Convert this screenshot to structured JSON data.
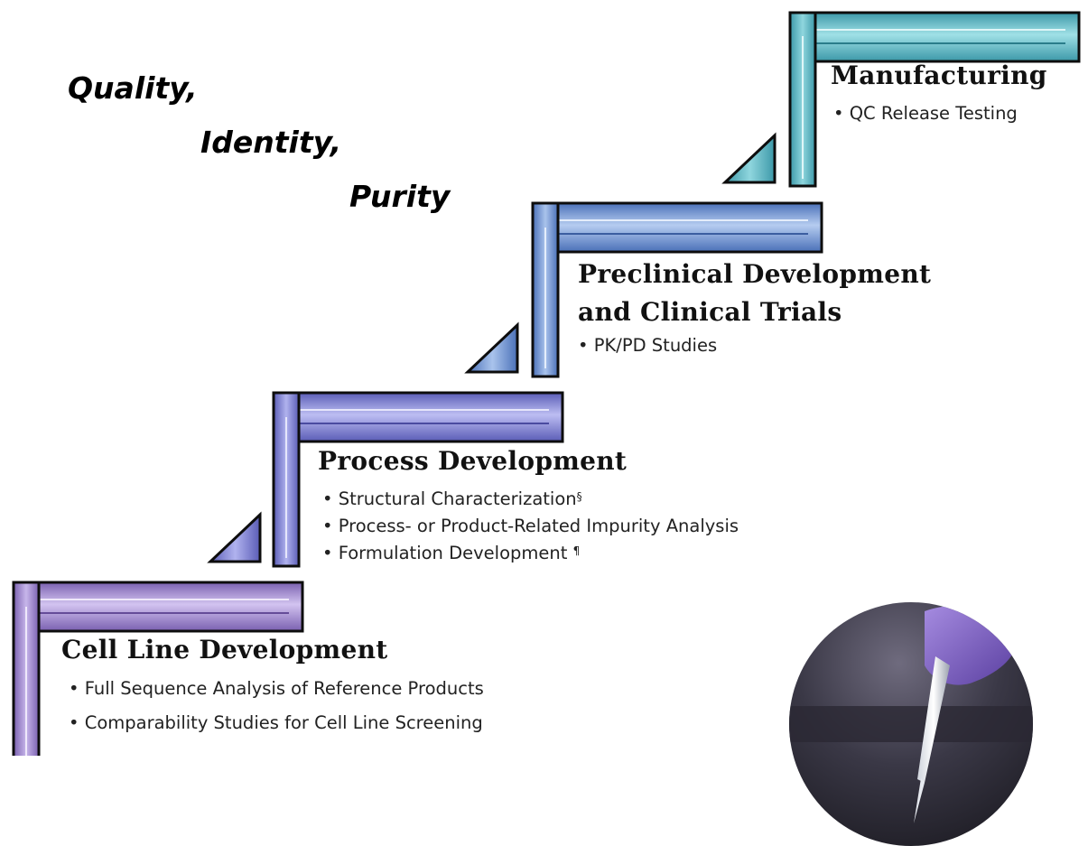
{
  "motto": [
    "Quality,",
    "Identity,",
    "Purity"
  ],
  "stages": [
    {
      "title_lines": [
        "Manufacturing"
      ],
      "bullets": [
        {
          "text": "QC Release Testing",
          "mark": ""
        }
      ]
    },
    {
      "title_lines": [
        "Preclinical Development",
        "and Clinical Trials"
      ],
      "bullets": [
        {
          "text": "PK/PD Studies",
          "mark": ""
        }
      ]
    },
    {
      "title_lines": [
        "Process Development"
      ],
      "bullets": [
        {
          "text": "Structural Characterization",
          "mark": "§"
        },
        {
          "text": "Process- or Product-Related Impurity Analysis",
          "mark": ""
        },
        {
          "text": "Formulation Development ",
          "mark": "¶"
        }
      ]
    },
    {
      "title_lines": [
        "Cell Line Development"
      ],
      "bullets": [
        {
          "text": "Full Sequence Analysis of Reference Products",
          "mark": ""
        },
        {
          "text": "Comparability Studies for Cell Line Screening",
          "mark": ""
        }
      ]
    }
  ],
  "colors": {
    "step_manufacturing": "#4fb3bf",
    "step_preclinical": "#6a8fcf",
    "step_process": "#7d7fcf",
    "step_cell_line": "#9a82c8",
    "text": "#111111"
  }
}
